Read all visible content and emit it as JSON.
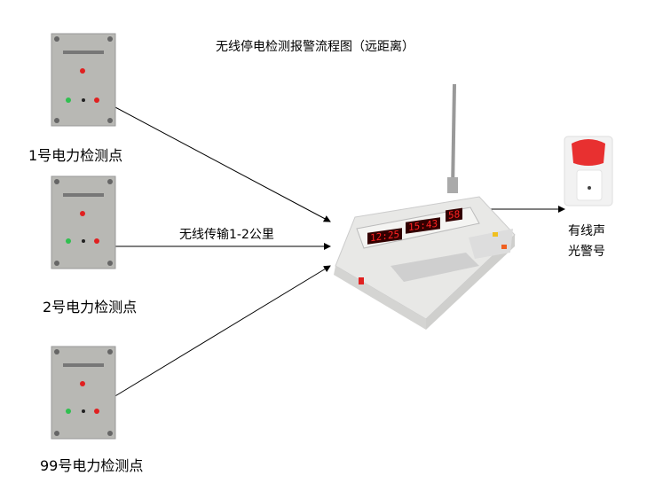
{
  "title": "无线停电检测报警流程图（远距离）",
  "detection_points": [
    {
      "label": "1号电力检测点"
    },
    {
      "label": "2号电力检测点"
    },
    {
      "label": "99号电力检测点"
    }
  ],
  "transmission_label": "无线传输1-2公里",
  "base_station": {
    "display_1": "12:25",
    "display_2": "15:43",
    "display_3": "58"
  },
  "alarm": {
    "label_line1": "有线声",
    "label_line2": "光警号"
  },
  "colors": {
    "panel": "#b8b8b4",
    "led_red": "#e02020",
    "led_green": "#30c050",
    "alarm_red": "#e83030"
  }
}
